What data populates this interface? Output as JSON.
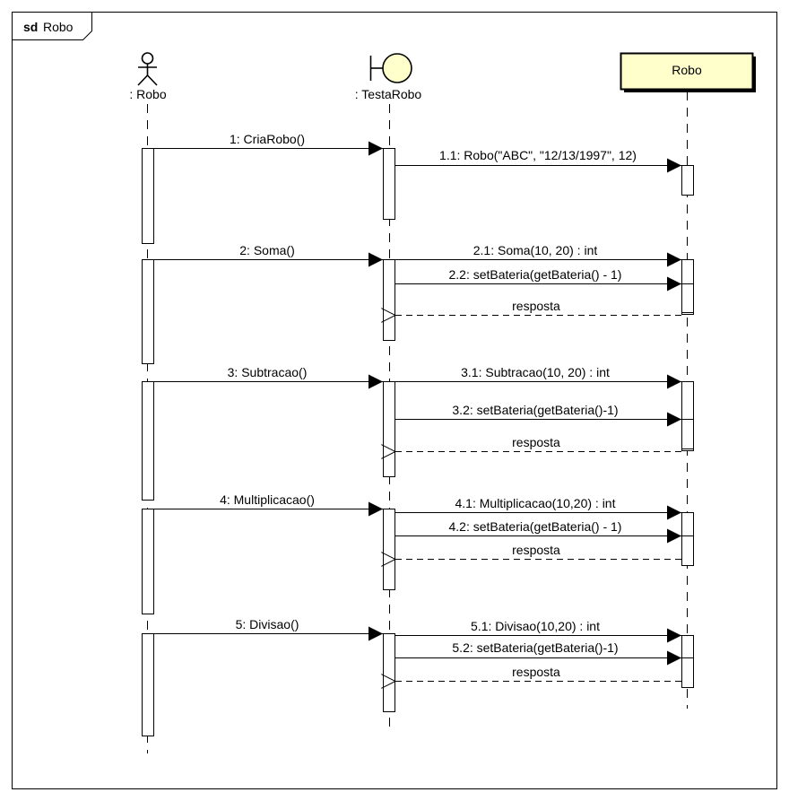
{
  "frame": {
    "keyword": "sd",
    "name": "Robo"
  },
  "lifelines": [
    {
      "id": "actor",
      "label": ": Robo",
      "icon": "actor-icon"
    },
    {
      "id": "boundary",
      "label": ": TestaRobo",
      "icon": "boundary-icon"
    },
    {
      "id": "object",
      "label": "Robo",
      "fill": "#ffffcc"
    }
  ],
  "messages": [
    {
      "label": "1: CriaRobo()",
      "kind": "sync"
    },
    {
      "label": "1.1: Robo(\"ABC\", \"12/13/1997\", 12)",
      "kind": "sync"
    },
    {
      "label": "2: Soma()",
      "kind": "sync"
    },
    {
      "label": "2.1: Soma(10, 20) : int",
      "kind": "sync"
    },
    {
      "label": "2.2: setBateria(getBateria() - 1)",
      "kind": "sync"
    },
    {
      "label": "resposta",
      "kind": "reply"
    },
    {
      "label": "3: Subtracao()",
      "kind": "sync"
    },
    {
      "label": "3.1: Subtracao(10, 20) : int",
      "kind": "sync"
    },
    {
      "label": "3.2: setBateria(getBateria()-1)",
      "kind": "sync"
    },
    {
      "label": "resposta",
      "kind": "reply"
    },
    {
      "label": "4: Multiplicacao()",
      "kind": "sync"
    },
    {
      "label": "4.1: Multiplicacao(10,20) : int",
      "kind": "sync"
    },
    {
      "label": "4.2: setBateria(getBateria() - 1)",
      "kind": "sync"
    },
    {
      "label": "resposta",
      "kind": "reply"
    },
    {
      "label": "5: Divisao()",
      "kind": "sync"
    },
    {
      "label": "5.1: Divisao(10,20) : int",
      "kind": "sync"
    },
    {
      "label": "5.2: setBateria(getBateria()-1)",
      "kind": "sync"
    },
    {
      "label": "resposta",
      "kind": "reply"
    }
  ]
}
